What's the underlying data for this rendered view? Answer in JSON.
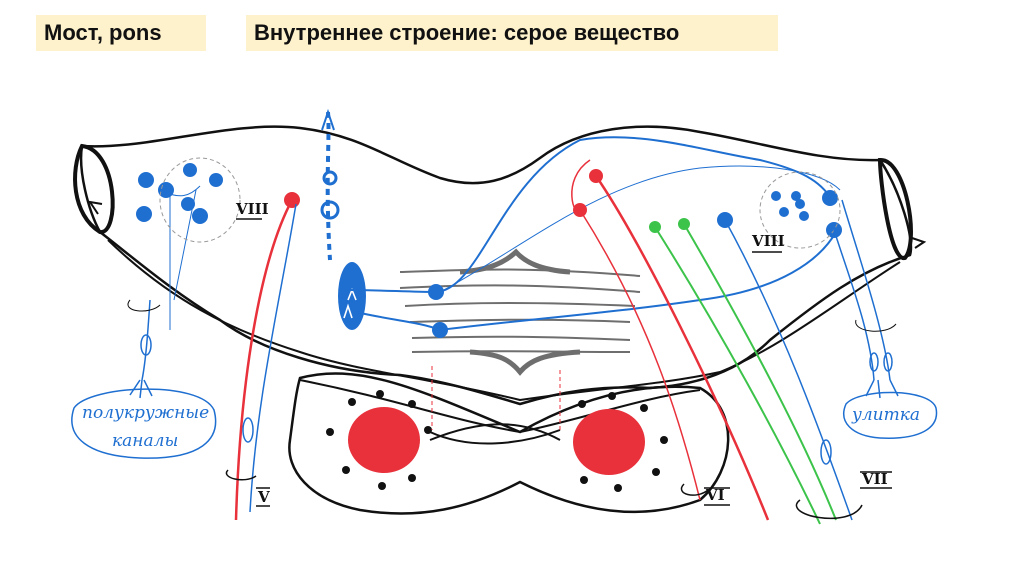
{
  "header": {
    "title": "Мост, pons",
    "subtitle": "Внутреннее строение: серое вещество"
  },
  "labels": {
    "semicircular_canals_1": "полукружные",
    "semicircular_canals_2": "каналы",
    "cochlea": "улитка",
    "nerve_v": "V",
    "nerve_vi": "VI",
    "nerve_vii": "VII",
    "nerve_viii_left": "VIII",
    "nerve_viii_right": "VIII"
  },
  "colors": {
    "sensory": "#1f6fd1",
    "motor": "#e8313b",
    "nucleus_green": "#3cc34a",
    "outline": "#111111",
    "gray": "#6e6e6e"
  }
}
